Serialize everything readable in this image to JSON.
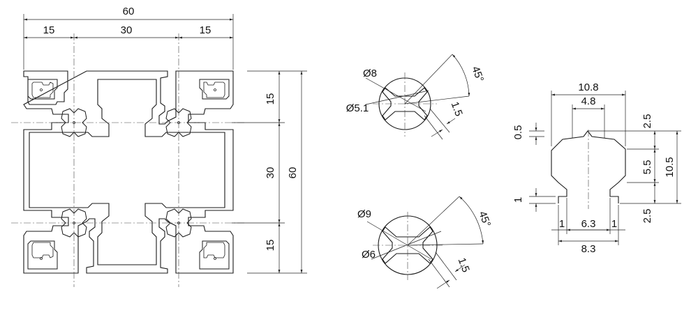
{
  "profile": {
    "top_overall": "60",
    "top_left": "15",
    "top_middle": "30",
    "top_right": "15",
    "right_top": "15",
    "right_middle": "30",
    "right_bottom": "15",
    "right_overall": "60"
  },
  "core_upper": {
    "outer_dia": "Ø8",
    "inner_dia": "Ø5.1",
    "angle": "45°",
    "wall": "1.5"
  },
  "core_lower": {
    "outer_dia": "Ø9",
    "inner_dia": "Ø6",
    "angle": "45°",
    "wall": "1.5"
  },
  "slot_detail": {
    "top_width": "10.8",
    "top_inner": "4.8",
    "chamfer": "0.5",
    "lip": "1",
    "bottom_left": "1",
    "bottom_mid": "6.3",
    "bottom_right": "1",
    "bottom_overall": "8.3",
    "right_top": "2.5",
    "right_mid": "5.5",
    "right_bottom": "2.5",
    "right_overall": "10.5"
  }
}
